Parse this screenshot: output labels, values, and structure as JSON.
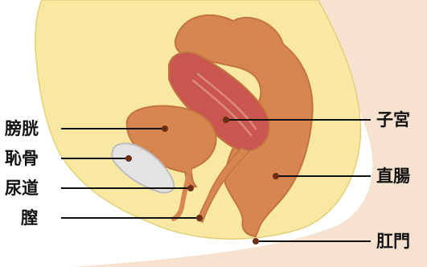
{
  "labels": {
    "bladder": "膀胱",
    "pubic_bone": "恥骨",
    "urethra": "尿道",
    "vagina": "膣",
    "uterus": "子宮",
    "rectum": "直腸",
    "anus": "肛門"
  },
  "colors": {
    "skin_shadow": "#f7e2cf",
    "pelvic_body": "#f9e8a2",
    "body_outline": "#e3cf7a",
    "organ_orange": "#d6864e",
    "organ_outline": "#c27340",
    "uterus_red": "#c9574f",
    "uterus_inner": "#dc8a80",
    "bone_grey": "#e3e3e3",
    "bone_outline": "#bdbdbd",
    "leader_line": "#111111",
    "marker": "#6b2f14"
  }
}
